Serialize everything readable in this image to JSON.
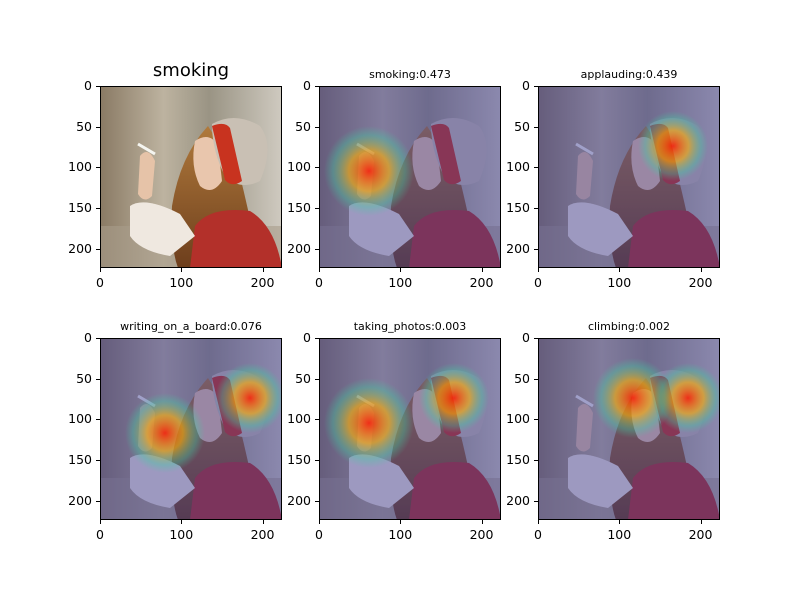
{
  "panels": [
    {
      "title": "smoking",
      "overlay": "none"
    },
    {
      "title": "smoking:0.473",
      "overlay": "heat",
      "hotspots": [
        "hand"
      ]
    },
    {
      "title": "applauding:0.439",
      "overlay": "heat",
      "hotspots": [
        "hat"
      ]
    },
    {
      "title": "writing_on_a_board:0.076",
      "overlay": "heat",
      "hotspots": [
        "hat-right",
        "hand-low"
      ]
    },
    {
      "title": "taking_photos:0.003",
      "overlay": "heat",
      "hotspots": [
        "hand",
        "hat"
      ]
    },
    {
      "title": "climbing:0.002",
      "overlay": "heat",
      "hotspots": [
        "face",
        "hat-right"
      ]
    }
  ],
  "axes": {
    "y_ticks": [
      "0",
      "50",
      "100",
      "150",
      "200"
    ],
    "x_ticks": [
      "0",
      "100",
      "200"
    ]
  },
  "colors": {
    "background": "#ffffff",
    "frame": "#000000"
  }
}
